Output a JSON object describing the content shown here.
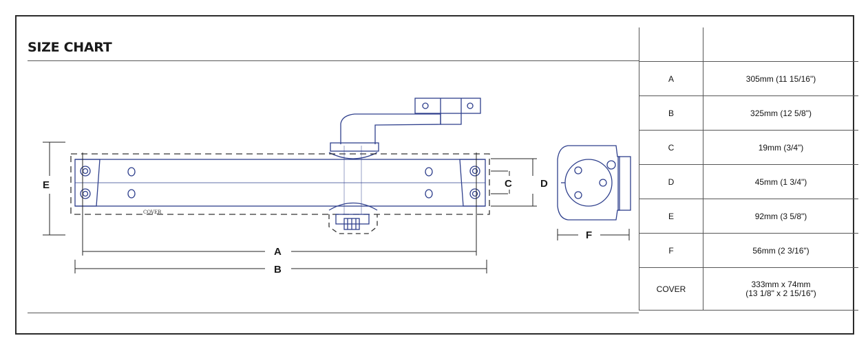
{
  "title": "SIZE CHART",
  "drawing_labels": {
    "a": "A",
    "b": "B",
    "c": "C",
    "d": "D",
    "e": "E",
    "f": "F",
    "cover": "COVER"
  },
  "table": {
    "rows": [
      {
        "key": "A",
        "value": "305mm (11 15/16\")"
      },
      {
        "key": "B",
        "value": "325mm (12 5/8\")"
      },
      {
        "key": "C",
        "value": "19mm (3/4\")"
      },
      {
        "key": "D",
        "value": "45mm (1 3/4\")"
      },
      {
        "key": "E",
        "value": "92mm (3 5/8\")"
      },
      {
        "key": "F",
        "value": "56mm (2 3/16\")"
      }
    ],
    "cover": {
      "key": "COVER",
      "line1": "333mm x 74mm",
      "line2": "(13 1/8\" x 2 15/16\")"
    }
  },
  "colors": {
    "line_art": "#2e3f8c",
    "dimension": "#222222",
    "frame": "#2a2a2a"
  }
}
